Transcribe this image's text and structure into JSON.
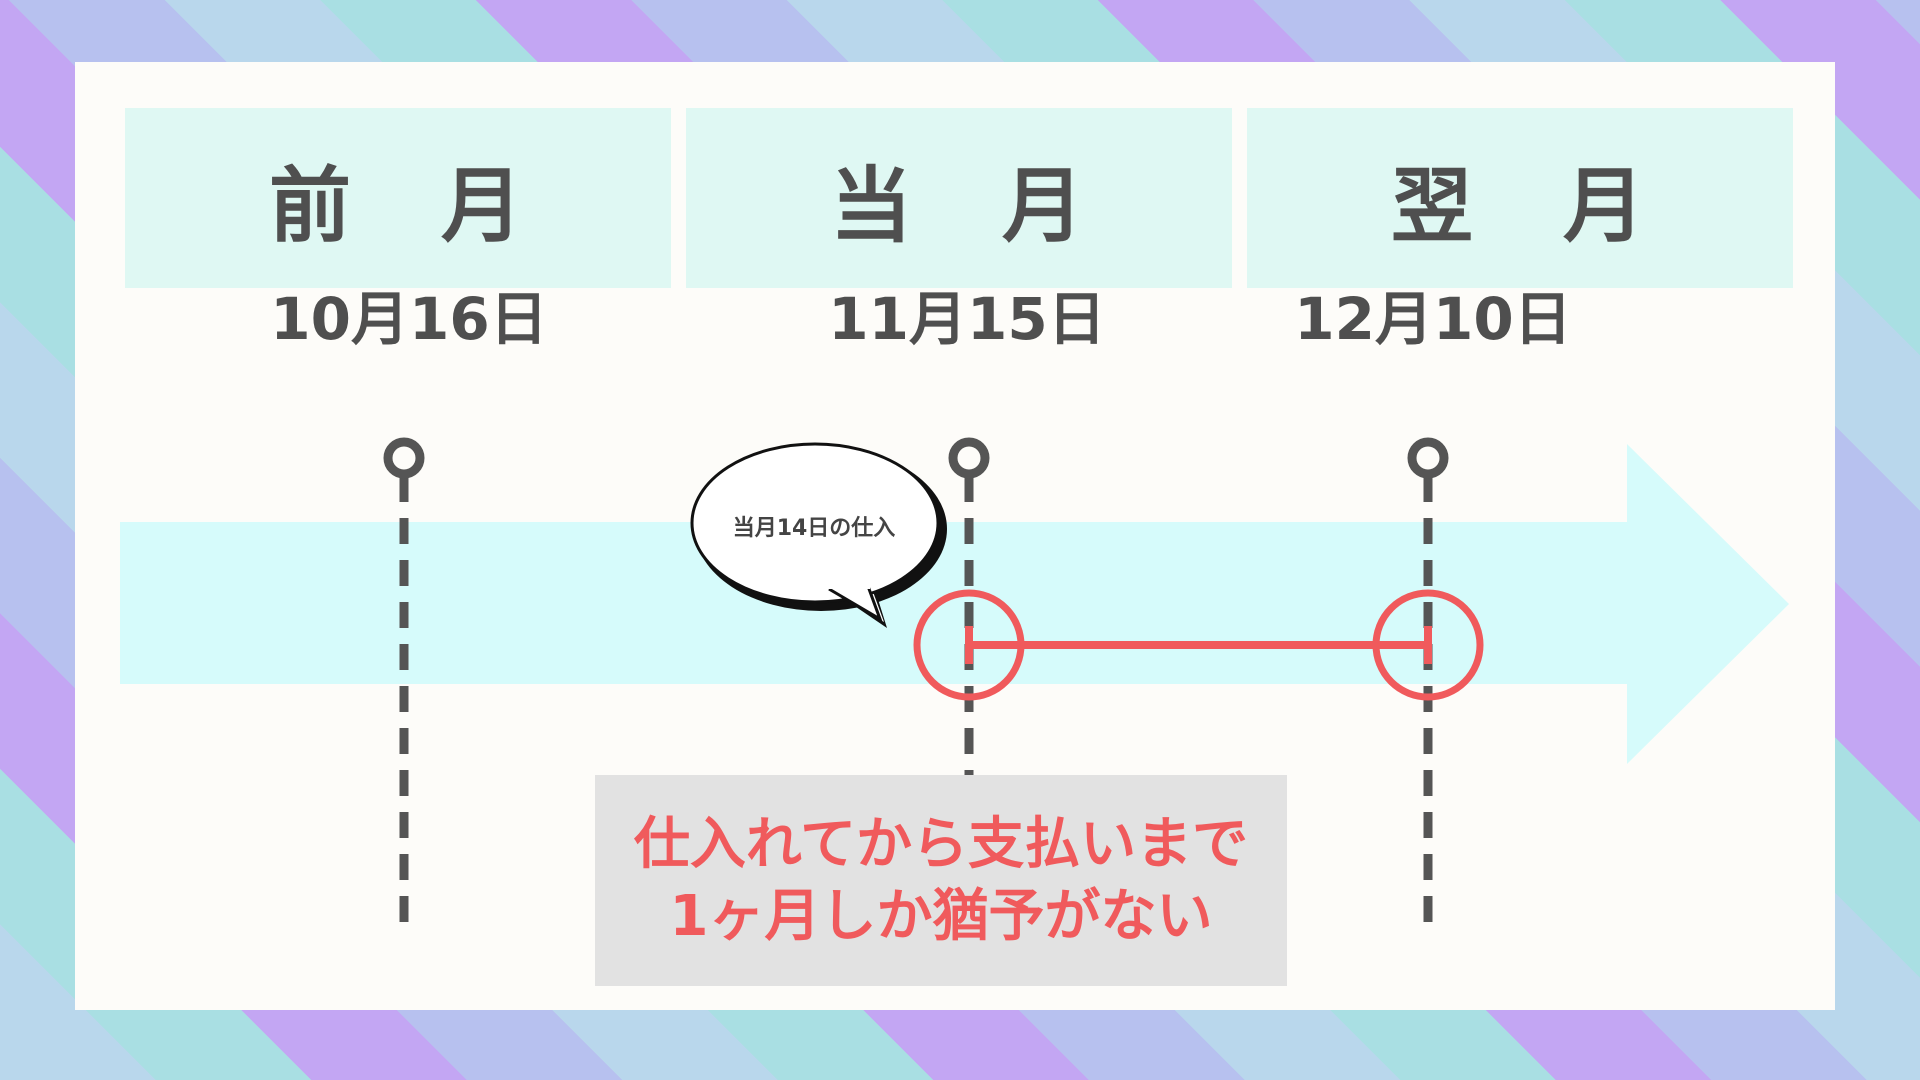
{
  "months": [
    "前　月",
    "当　月",
    "翌　月"
  ],
  "dates": [
    "10月16日",
    "11月15日",
    "12月10日"
  ],
  "bubble": "当月14日の仕入",
  "note": {
    "line1": "仕入れてから支払いまで",
    "line2": "1ヶ月しか猶予がない"
  },
  "colors": {
    "header_fill": "#dff8f3",
    "arrow_fill": "#d6fbfb",
    "accent_red": "#f05a5c",
    "text_dark": "#4f4f4f",
    "note_fill": "#e2e2e2"
  }
}
